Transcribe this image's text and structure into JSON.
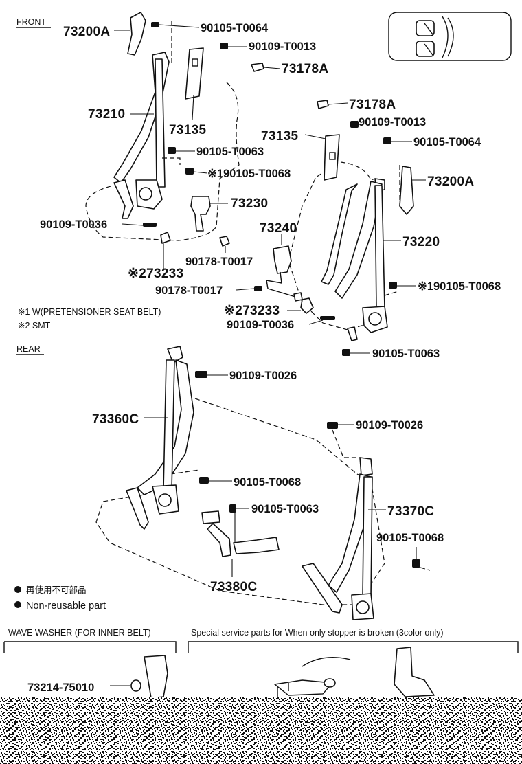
{
  "sections": {
    "front": "FRONT",
    "rear": "REAR",
    "wave_washer": "WAVE WASHER (FOR INNER BELT)",
    "special_service": "Special service parts for When only stopper is broken (3color only)"
  },
  "notes": {
    "n1": "※1 W(PRETENSIONER SEAT BELT)",
    "n2": "※2 SMT",
    "legend_jp": "再使用不可部品",
    "legend_en": "Non-reusable part"
  },
  "front_labels": {
    "p73200A_left": "73200A",
    "p90105_T0064_left": "90105-T0064",
    "p90109_T0013_left": "90109-T0013",
    "p73178A_left": "73178A",
    "p73210": "73210",
    "p73135_left": "73135",
    "p90105_T0063_left": "90105-T0063",
    "p90105_T0068_left": "※190105-T0068",
    "p73230": "73230",
    "p90109_T0036_left": "90109-T0036",
    "p73240": "73240",
    "p90178_T0017_a": "90178-T0017",
    "p73233_left": "※273233",
    "p90178_T0017_b": "90178-T0017",
    "p73178A_right": "73178A",
    "p90109_T0013_right": "90109-T0013",
    "p73135_right": "73135",
    "p90105_T0064_right": "90105-T0064",
    "p73200A_right": "73200A",
    "p73220": "73220",
    "p90105_T0068_right": "※190105-T0068",
    "p73233_right": "※273233",
    "p90109_T0036_right": "90109-T0036",
    "p90105_T0063_right": "90105-T0063"
  },
  "rear_labels": {
    "p90109_T0026_left": "90109-T0026",
    "p73360C": "73360C",
    "p90109_T0026_right": "90109-T0026",
    "p90105_T0068_a": "90105-T0068",
    "p90105_T0063": "90105-T0063",
    "p73370C": "73370C",
    "p90105_T0068_b": "90105-T0068",
    "p73380C": "73380C"
  },
  "bottom_labels": {
    "p73214_75010": "73214-75010"
  }
}
